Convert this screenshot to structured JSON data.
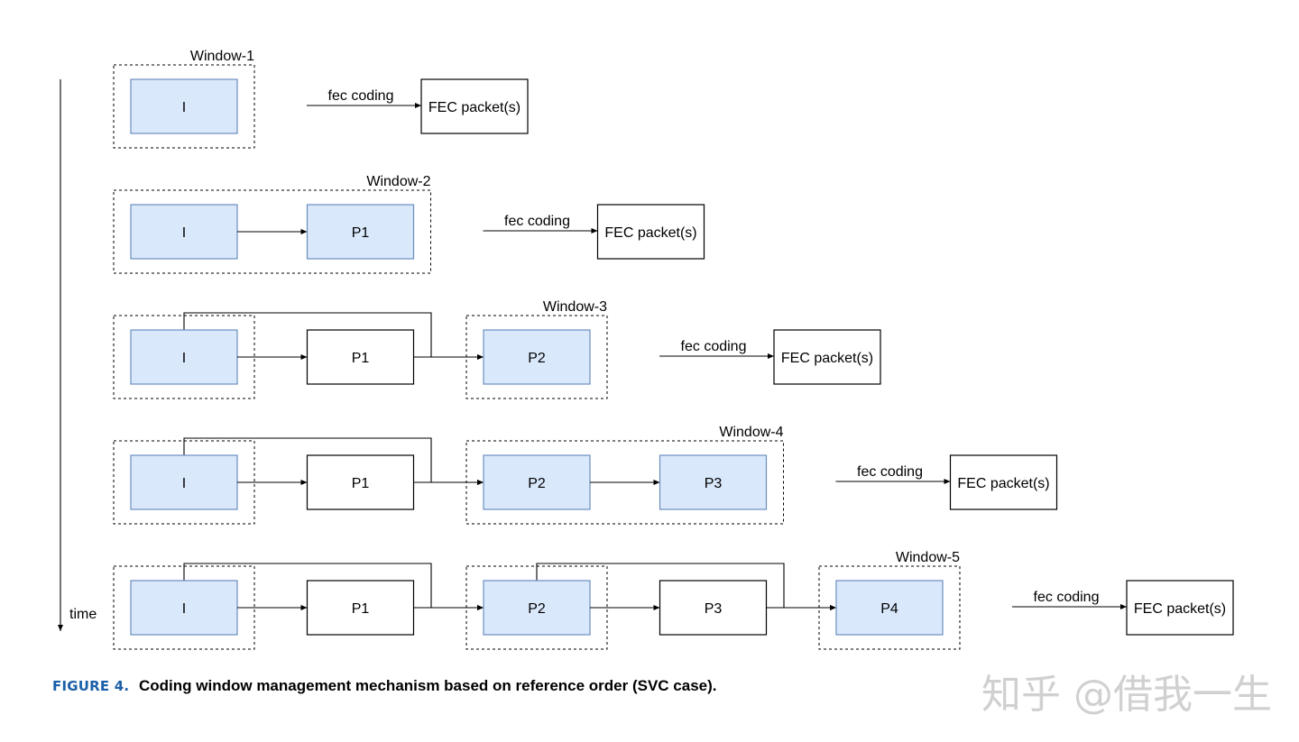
{
  "time_label": "time",
  "fec_label": "fec coding",
  "fec_packet_label": "FEC packet(s)",
  "rows": [
    {
      "window": "Window-1",
      "frames": [
        {
          "label": "I",
          "in_window": true
        }
      ]
    },
    {
      "window": "Window-2",
      "frames": [
        {
          "label": "I",
          "in_window": true
        },
        {
          "label": "P1",
          "in_window": true
        }
      ]
    },
    {
      "window": "Window-3",
      "frames": [
        {
          "label": "I",
          "in_window": true
        },
        {
          "label": "P1",
          "in_window": false
        },
        {
          "label": "P2",
          "in_window": true
        }
      ]
    },
    {
      "window": "Window-4",
      "frames": [
        {
          "label": "I",
          "in_window": true
        },
        {
          "label": "P1",
          "in_window": false
        },
        {
          "label": "P2",
          "in_window": true
        },
        {
          "label": "P3",
          "in_window": true
        }
      ]
    },
    {
      "window": "Window-5",
      "frames": [
        {
          "label": "I",
          "in_window": true
        },
        {
          "label": "P1",
          "in_window": false
        },
        {
          "label": "P2",
          "in_window": true
        },
        {
          "label": "P3",
          "in_window": false
        },
        {
          "label": "P4",
          "in_window": true
        }
      ]
    }
  ],
  "caption": {
    "figure": "FIGURE 4.",
    "text": "Coding window management mechanism based on reference order (SVC case)."
  },
  "watermark": "知乎 @借我一生",
  "colors": {
    "window_frame_fill": "#dae8fc",
    "window_frame_stroke": "#6c8ebf",
    "caption_figure": "#1b5fa8"
  }
}
